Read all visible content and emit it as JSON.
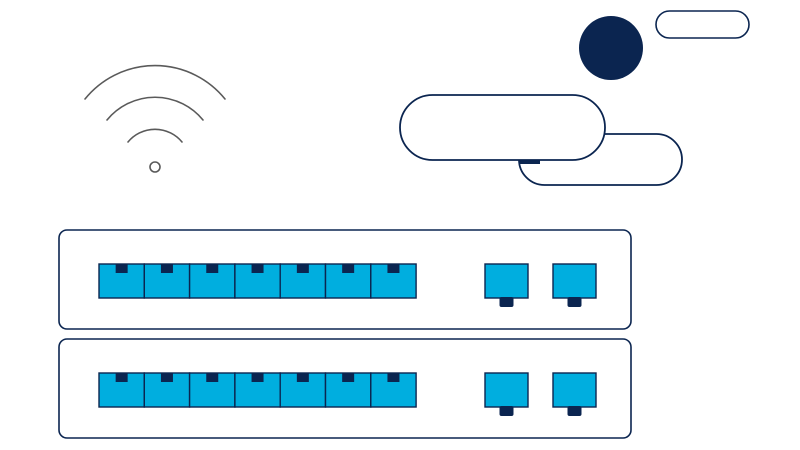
{
  "colors": {
    "background": "#ffffff",
    "navy": "#0b2550",
    "port_fill": "#00aedf",
    "wifi_stroke": "#5a5a5a",
    "outline": "#0b2550"
  },
  "illustration": {
    "subject": "network-switch-stack",
    "switches": [
      {
        "rj45_port_count": 7,
        "sfp_port_count": 2
      },
      {
        "rj45_port_count": 7,
        "sfp_port_count": 2
      }
    ],
    "icons": [
      "wifi-icon",
      "cloud-icon",
      "cloud-icon",
      "pill-icon",
      "circle-icon"
    ]
  }
}
